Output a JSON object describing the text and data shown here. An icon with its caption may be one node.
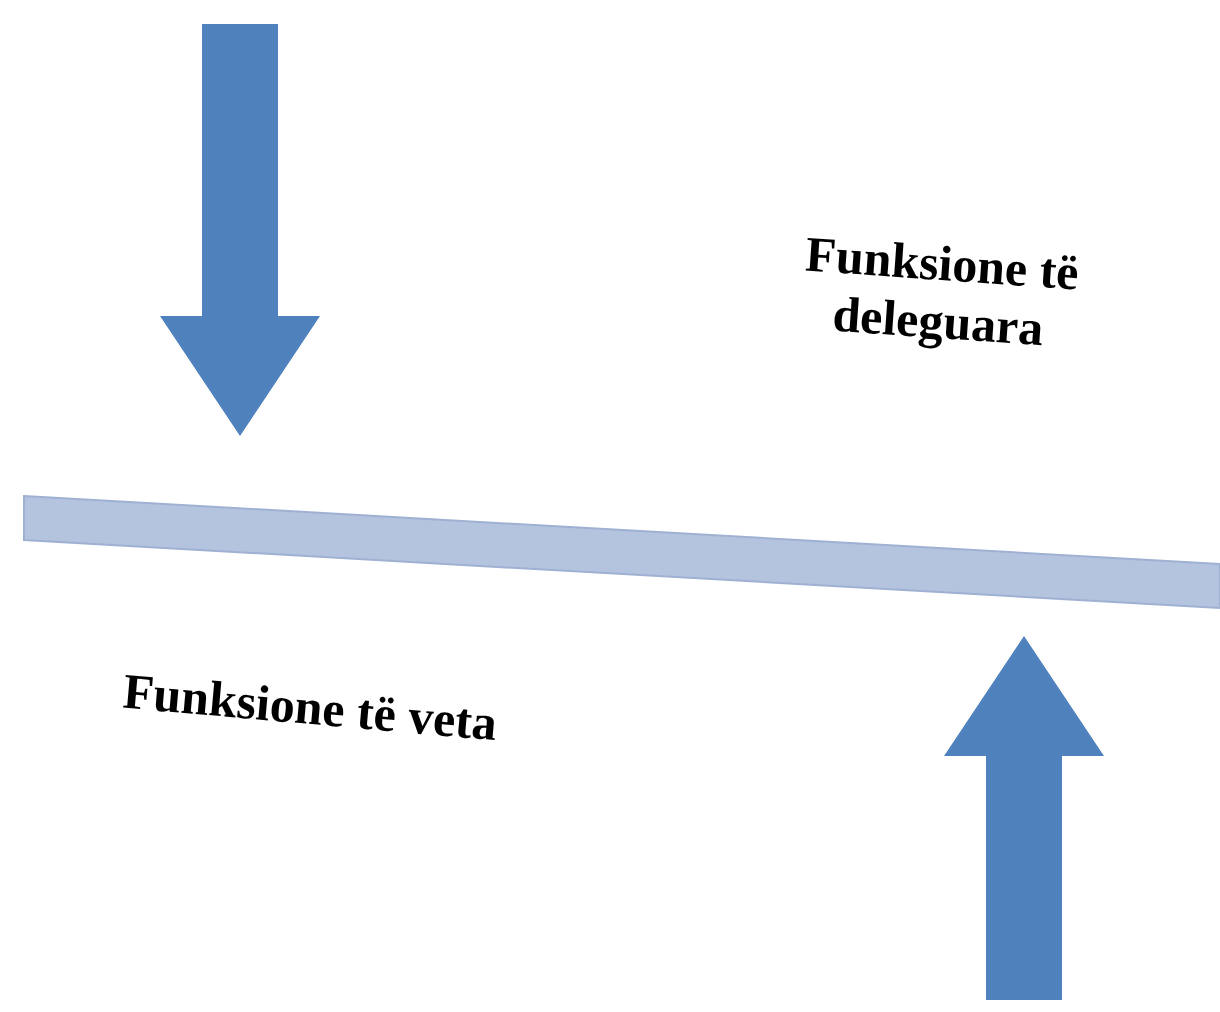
{
  "diagram": {
    "nodes": [
      {
        "text": [],
        "shape": "bar"
      }
    ],
    "labels": [
      "Funksione të deleguara",
      "Funksione të veta"
    ]
  }
}
